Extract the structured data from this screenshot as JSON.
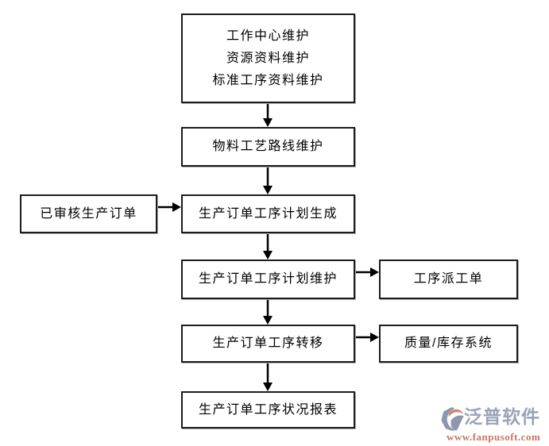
{
  "diagram": {
    "nodes": {
      "master_data": {
        "lines": [
          "工作中心维护",
          "资源资料维护",
          "标准工序资料维护"
        ]
      },
      "routing": {
        "label": "物料工艺路线维护"
      },
      "approved_order": {
        "label": "已审核生产订单"
      },
      "plan_generate": {
        "label": "生产订单工序计划生成"
      },
      "plan_maintain": {
        "label": "生产订单工序计划维护"
      },
      "dispatch_order": {
        "label": "工序派工单"
      },
      "transfer": {
        "label": "生产订单工序转移"
      },
      "quality_inventory": {
        "label": "质量/库存系统"
      },
      "status_report": {
        "label": "生产订单工序状况报表"
      }
    },
    "colors": {
      "box_border": "#1c1c1c",
      "box_fill": "#ffffff",
      "text": "#000000",
      "connector": "#000000"
    }
  },
  "logo": {
    "brand": "泛普软件",
    "url": "www.fanpusoft.com",
    "brand_color": "#9aa2b9",
    "url_color": "#c4765f",
    "icon": "fanpu-logo-icon",
    "icon_colors": {
      "primary": "#8d96ad",
      "accent": "#d4826e"
    }
  }
}
